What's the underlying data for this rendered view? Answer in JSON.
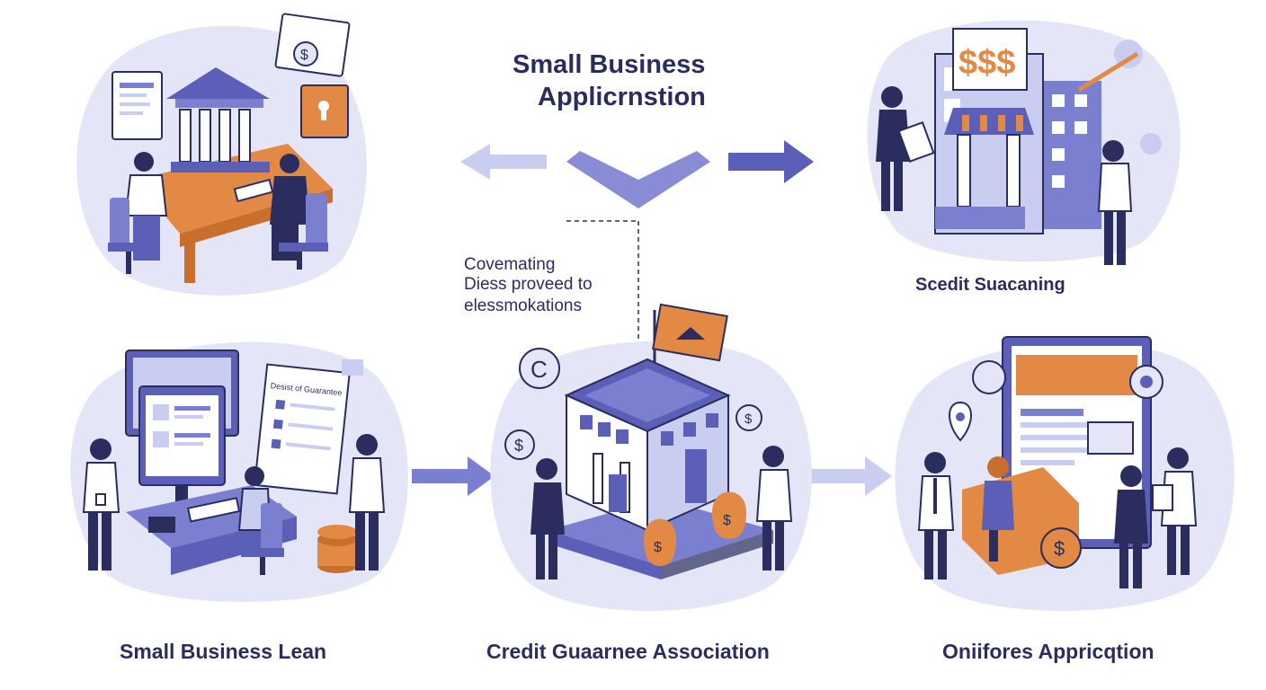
{
  "title": {
    "line1": "Small Business",
    "line2": "Applicrnstion"
  },
  "note": {
    "line1": "Covemating",
    "line2": "Diess proveed to",
    "line3": "elessmokations"
  },
  "captions": {
    "top_right": "Scedit Suacaning",
    "bottom_left": "Small Business Lean",
    "bottom_center": "Credit Guaarnee Association",
    "bottom_right": "Oniifores Appricqtion"
  },
  "signage": {
    "storefront_sign": "$$$",
    "coin_symbol": "$",
    "c_coin_symbol": "C",
    "form_header": "Desist of Guarantee"
  },
  "icons": {
    "arrow_left": "arrow-left-icon",
    "arrow_right": "arrow-right-icon",
    "chevron_down": "chevron-down-icon",
    "bank_building": "bank-icon",
    "money_bag": "money-bag-icon",
    "gear": "gear-icon",
    "flag": "flag-icon"
  },
  "colors": {
    "primary_indigo": "#5b5fb8",
    "light_lavender": "#e4e6f7",
    "accent_orange": "#e28a45",
    "text_navy": "#2b2d5e"
  }
}
